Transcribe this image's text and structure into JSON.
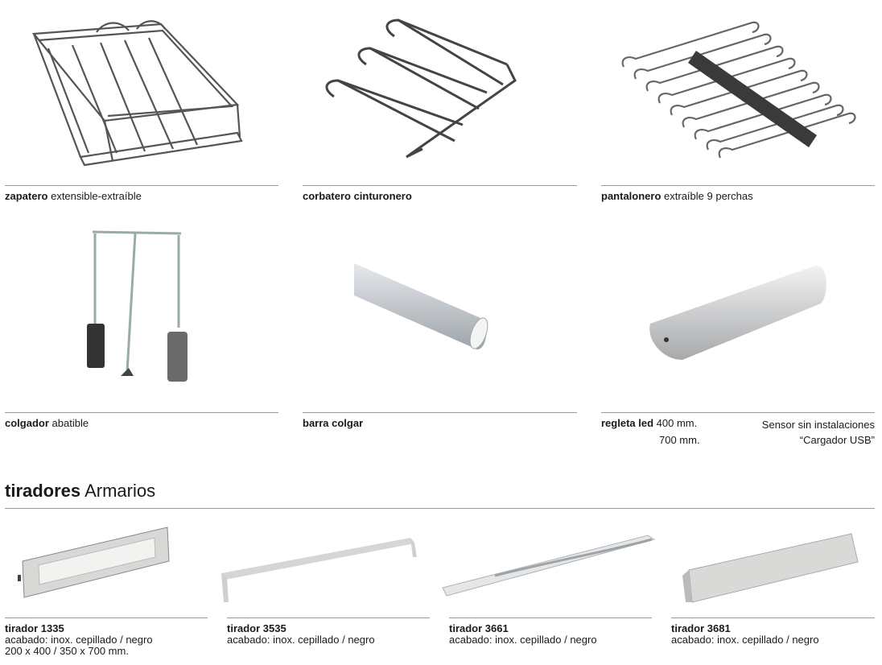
{
  "products": [
    {
      "name": "zapatero",
      "desc": "extensible-extraíble"
    },
    {
      "name": "corbatero cinturonero",
      "desc": ""
    },
    {
      "name": "pantalonero",
      "desc": "extraíble 9 perchas"
    },
    {
      "name": "colgador",
      "desc": "abatible"
    },
    {
      "name": "barra colgar",
      "desc": ""
    },
    {
      "name": "regleta led",
      "desc": "400 mm.",
      "desc2": "700 mm.",
      "note1": "Sensor sin instalaciones",
      "note2": "“Cargador USB”"
    }
  ],
  "section": {
    "bold": "tiradores",
    "light": "Armarios"
  },
  "pulls": [
    {
      "name": "tirador 1335",
      "line1": "acabado: inox. cepillado / negro",
      "line2": "200 x 400 / 350 x 700 mm."
    },
    {
      "name": "tirador 3535",
      "line1": "acabado: inox. cepillado / negro"
    },
    {
      "name": "tirador 3661",
      "line1": "acabado: inox. cepillado / negro"
    },
    {
      "name": "tirador 3681",
      "line1": "acabado: inox. cepillado / negro"
    }
  ]
}
